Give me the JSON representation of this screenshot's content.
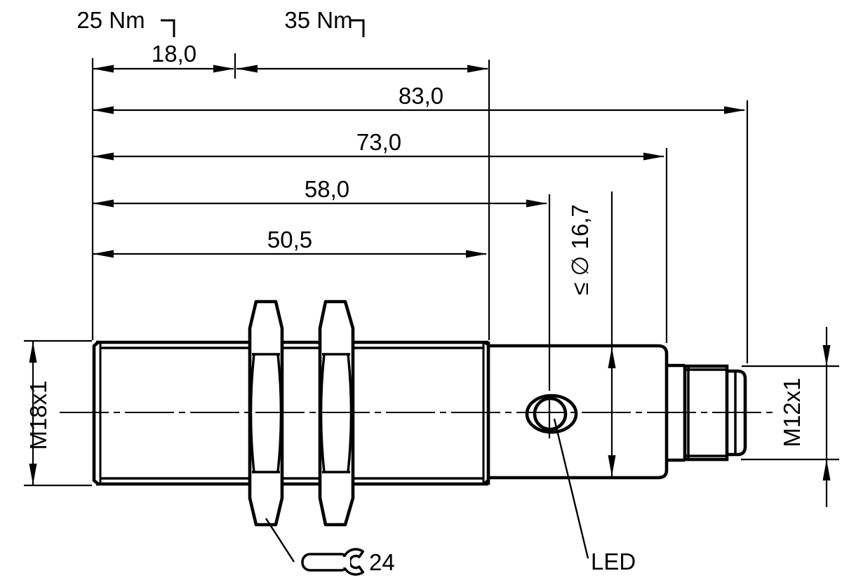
{
  "drawing": {
    "torque_labels": {
      "front": "25 Nm",
      "rear": "35 Nm"
    },
    "length_dims": {
      "d18": "18,0",
      "d83": "83,0",
      "d73": "73,0",
      "d58": "58,0",
      "d50_5": "50,5"
    },
    "diameter_dims": {
      "front_thread": "M18x1",
      "connector_thread": "M12x1",
      "max_body": "≤ ∅ 16,7"
    },
    "callouts": {
      "led": "LED",
      "wrench_af": "24"
    }
  }
}
